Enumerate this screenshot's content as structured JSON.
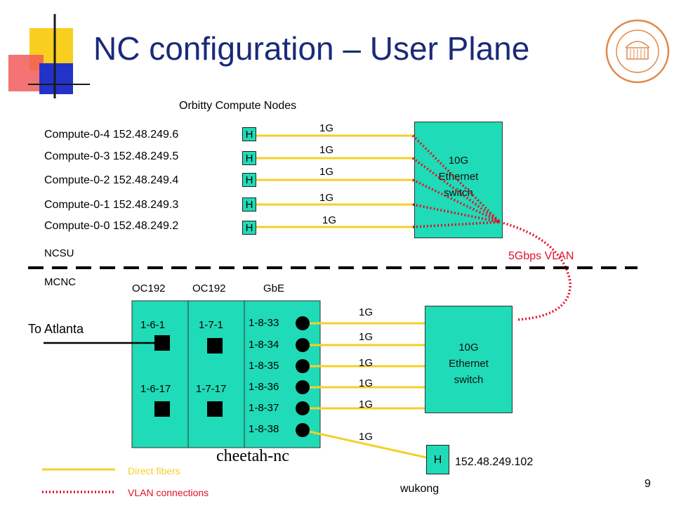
{
  "title": "NC configuration – User Plane",
  "header_label": "Orbitty Compute Nodes",
  "compute_nodes": [
    {
      "label": "Compute-0-4 152.48.249.6",
      "host": "H",
      "link": "1G"
    },
    {
      "label": "Compute-0-3 152.48.249.5",
      "host": "H",
      "link": "1G"
    },
    {
      "label": "Compute-0-2 152.48.249.4",
      "host": "H",
      "link": "1G"
    },
    {
      "label": "Compute-0-1 152.48.249.3",
      "host": "H",
      "link": "1G"
    },
    {
      "label": "Compute-0-0 152.48.249.2",
      "host": "H",
      "link": "1G"
    }
  ],
  "top_switch": {
    "line1": "10G",
    "line2": "Ethernet",
    "line3": "switch"
  },
  "bottom_switch": {
    "line1": "10G",
    "line2": "Ethernet",
    "line3": "switch"
  },
  "ncsu": "NCSU",
  "mcnc": "MCNC",
  "vlan_label": "5Gbps VLAN",
  "card_headers": [
    "OC192",
    "OC192",
    "GbE"
  ],
  "to_atlanta": "To Atlanta",
  "oc_ports": {
    "a1": "1-6-1",
    "a2": "1-6-17",
    "b1": "1-7-1",
    "b2": "1-7-17"
  },
  "gbe_ports": [
    "1-8-33",
    "1-8-34",
    "1-8-35",
    "1-8-36",
    "1-8-37",
    "1-8-38"
  ],
  "bottom_links": [
    "1G",
    "1G",
    "1G",
    "1G",
    "1G",
    "1G"
  ],
  "chassis_name": "cheetah-nc",
  "wukong": {
    "host": "H",
    "ip": "152.48.249.102",
    "name": "wukong"
  },
  "legend": {
    "direct": "Direct fibers",
    "vlan": "VLAN connections"
  },
  "page_number": "9",
  "colors": {
    "fiber": "#f5cf2a",
    "vlan": "#e0102a",
    "teal": "#1fdbb7",
    "title": "#1a2a7a"
  }
}
